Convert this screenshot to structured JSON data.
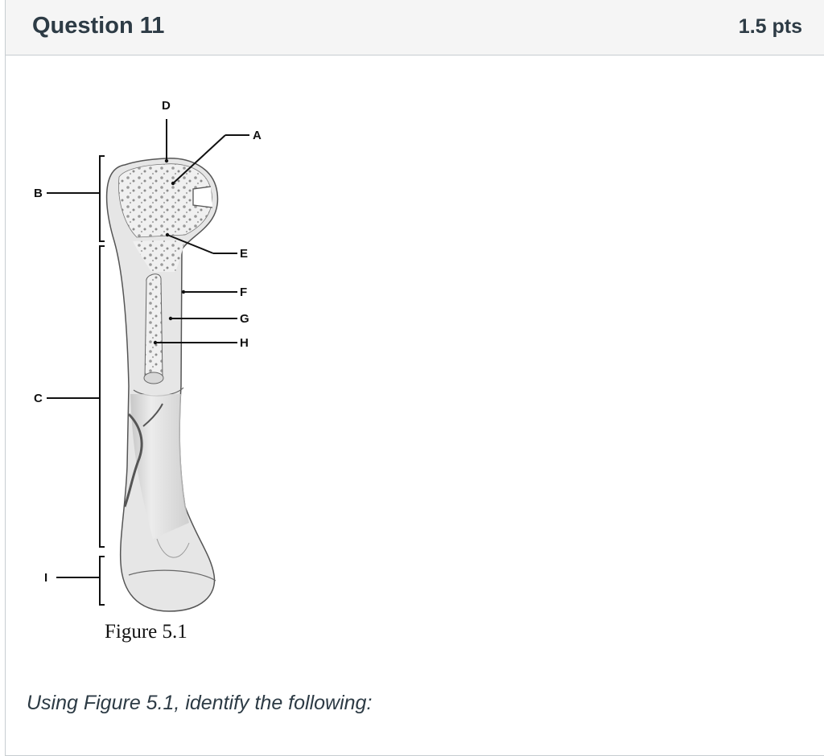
{
  "question": {
    "title": "Question 11",
    "points": "1.5 pts",
    "prompt": "Using Figure 5.1, identify the following:"
  },
  "figure": {
    "caption": "Figure 5.1",
    "labels": {
      "A": "A",
      "B": "B",
      "C": "C",
      "D": "D",
      "E": "E",
      "F": "F",
      "G": "G",
      "H": "H",
      "I": "I"
    }
  }
}
